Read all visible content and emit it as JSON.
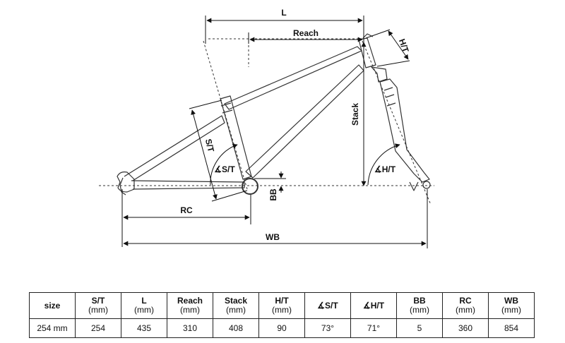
{
  "diagram": {
    "labels": {
      "L": "L",
      "reach": "Reach",
      "ht": "H/T",
      "stack": "Stack",
      "st": "S/T",
      "st_angle": "∡S/T",
      "ht_angle": "∡H/T",
      "bb": "BB",
      "rc": "RC",
      "wb": "WB"
    }
  },
  "table": {
    "headers": [
      {
        "name": "size",
        "unit": ""
      },
      {
        "name": "S/T",
        "unit": "(mm)"
      },
      {
        "name": "L",
        "unit": "(mm)"
      },
      {
        "name": "Reach",
        "unit": "(mm)"
      },
      {
        "name": "Stack",
        "unit": "(mm)"
      },
      {
        "name": "H/T",
        "unit": "(mm)"
      },
      {
        "name": "∡S/T",
        "unit": ""
      },
      {
        "name": "∡H/T",
        "unit": ""
      },
      {
        "name": "BB",
        "unit": "(mm)"
      },
      {
        "name": "RC",
        "unit": "(mm)"
      },
      {
        "name": "WB",
        "unit": "(mm)"
      }
    ],
    "row": [
      "254 mm",
      "254",
      "435",
      "310",
      "408",
      "90",
      "73°",
      "71°",
      "5",
      "360",
      "854"
    ]
  }
}
